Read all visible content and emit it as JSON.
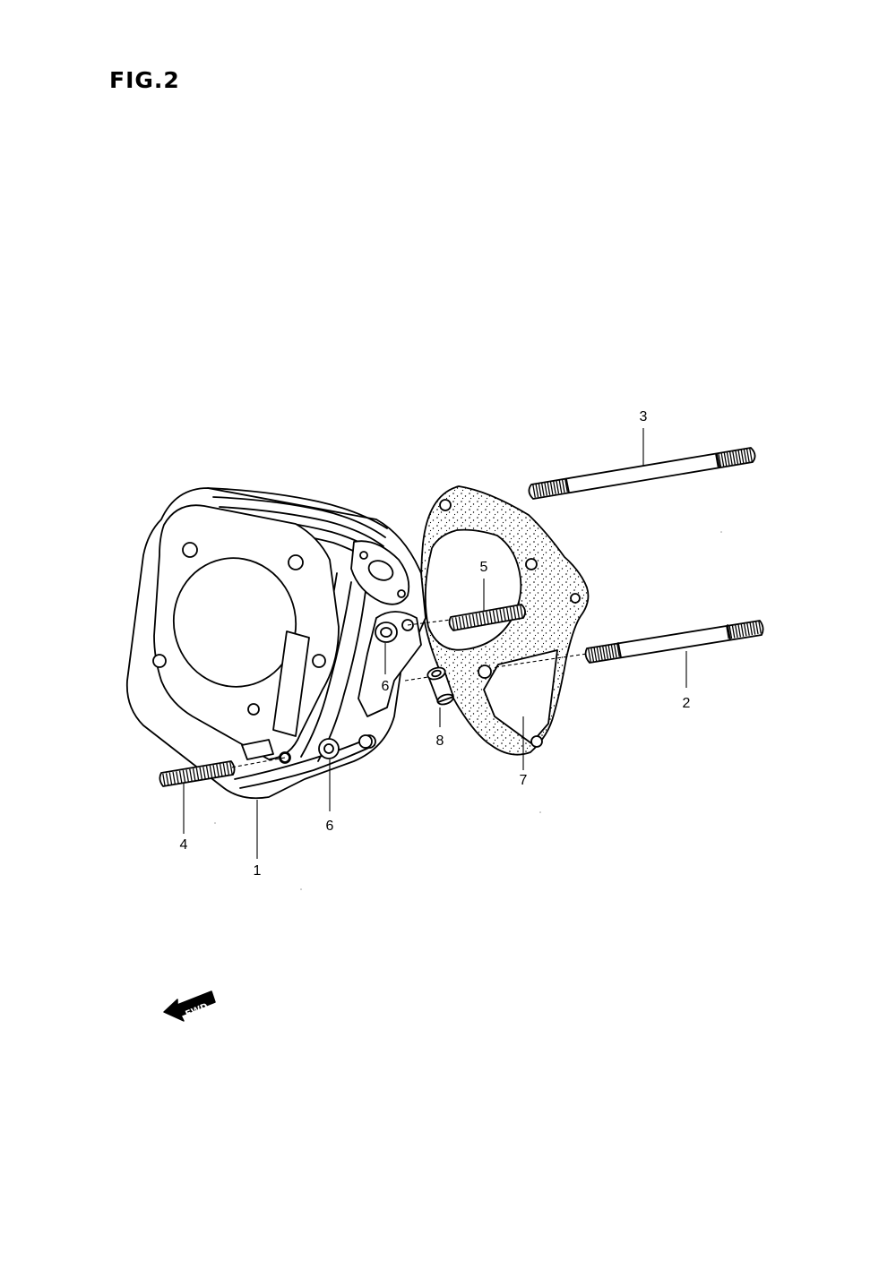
{
  "figure": {
    "title": "FIG.2"
  },
  "callouts": [
    {
      "id": "1",
      "label": "1"
    },
    {
      "id": "2",
      "label": "2"
    },
    {
      "id": "3",
      "label": "3"
    },
    {
      "id": "4",
      "label": "4"
    },
    {
      "id": "5",
      "label": "5"
    },
    {
      "id": "6a",
      "label": "6"
    },
    {
      "id": "6b",
      "label": "6"
    },
    {
      "id": "7",
      "label": "7"
    },
    {
      "id": "8",
      "label": "8"
    }
  ],
  "direction_marker": {
    "label": "FWD",
    "icon": "fwd-arrow-icon"
  }
}
